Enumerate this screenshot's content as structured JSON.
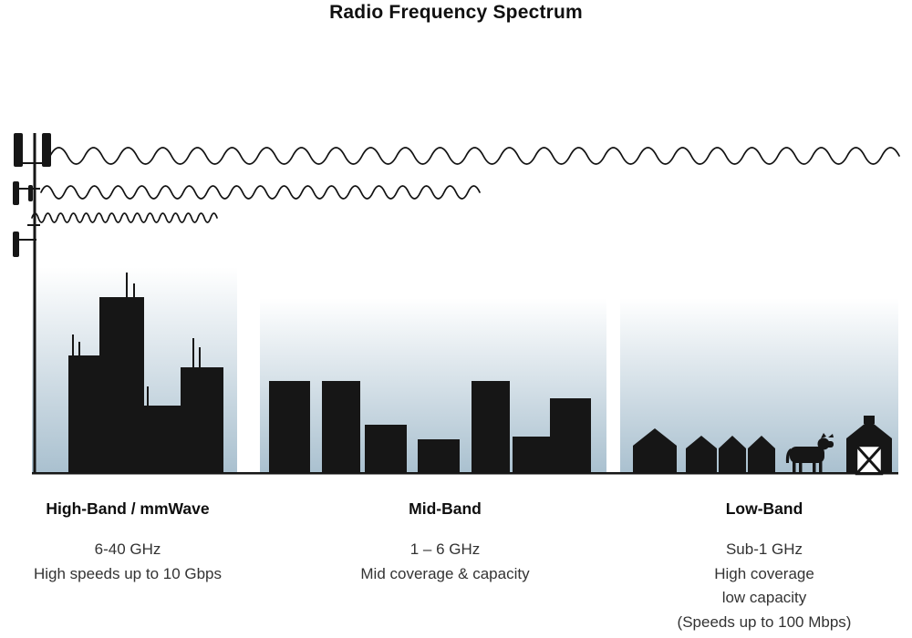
{
  "title": "Radio Frequency Spectrum",
  "bands": [
    {
      "id": "high-band",
      "name": "High-Band / mmWave",
      "frequency": "6-40 GHz",
      "lines": [
        "High speeds up to 10 Gbps"
      ]
    },
    {
      "id": "mid-band",
      "name": "Mid-Band",
      "frequency": "1 – 6 GHz",
      "lines": [
        "Mid coverage & capacity"
      ]
    },
    {
      "id": "low-band",
      "name": "Low-Band",
      "frequency": "Sub-1 GHz",
      "lines": [
        "High coverage",
        "low capacity",
        "(Speeds up to 100 Mbps)"
      ]
    }
  ],
  "illustration": {
    "icons": [
      "cell-tower-icon",
      "long-wavelength-wave",
      "medium-wavelength-wave",
      "short-wavelength-wave",
      "highband-city-skyline",
      "midband-town-skyline",
      "house-icon",
      "cow-icon",
      "barn-icon"
    ]
  },
  "colors": {
    "ink": "#161616",
    "wave": "#111111",
    "sky_bottom": "#a9c0cf",
    "text": "#333333"
  }
}
